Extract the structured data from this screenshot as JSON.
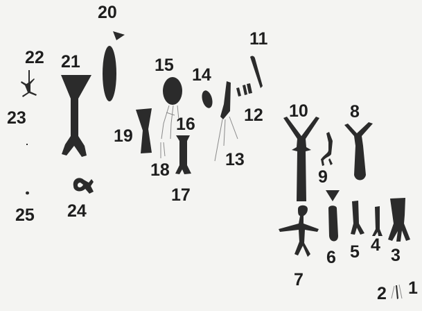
{
  "figure_labels": {
    "l1": "1",
    "l2": "2",
    "l3": "3",
    "l4": "4",
    "l5": "5",
    "l6": "6",
    "l7": "7",
    "l8": "8",
    "l9": "9",
    "l10": "10",
    "l11": "11",
    "l12": "12",
    "l13": "13",
    "l14": "14",
    "l15": "15",
    "l16": "16",
    "l17": "17",
    "l18": "18",
    "l19": "19",
    "l20": "20",
    "l21": "21",
    "l22": "22",
    "l23": "23",
    "l24": "24",
    "l25": "25"
  },
  "colors": {
    "figure": "#2b2b2b",
    "label": "#1e1e1e",
    "background": "#f4f4f2"
  }
}
